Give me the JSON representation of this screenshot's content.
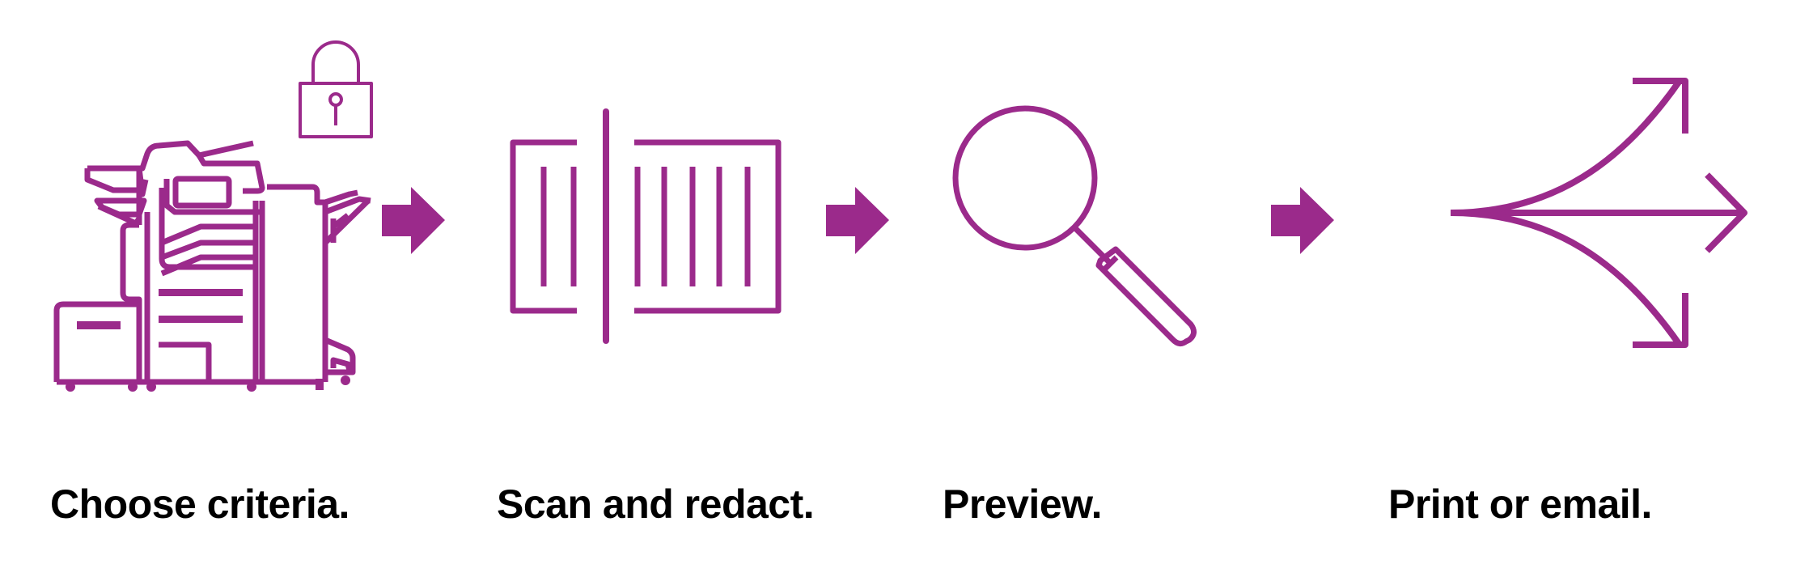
{
  "colors": {
    "accent": "#9b2a8b",
    "text": "#000000",
    "background": "#ffffff"
  },
  "steps": [
    {
      "label": "Choose criteria.",
      "icon": "printer-lock-icon"
    },
    {
      "label": "Scan and redact.",
      "icon": "scan-redact-icon"
    },
    {
      "label": "Preview.",
      "icon": "magnifier-icon"
    },
    {
      "label": "Print or email.",
      "icon": "split-arrows-icon"
    }
  ],
  "connectors": [
    {
      "icon": "arrow-right-icon"
    },
    {
      "icon": "arrow-right-icon"
    },
    {
      "icon": "arrow-right-icon"
    }
  ]
}
